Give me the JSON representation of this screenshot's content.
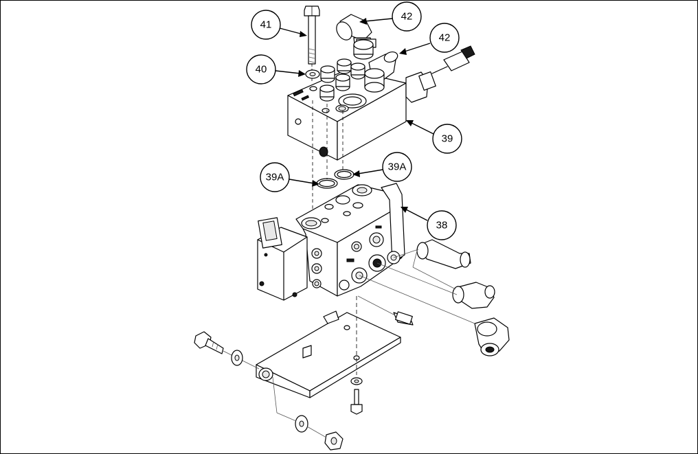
{
  "callouts": [
    {
      "id": "c41",
      "label": "41"
    },
    {
      "id": "c42a",
      "label": "42"
    },
    {
      "id": "c42b",
      "label": "42"
    },
    {
      "id": "c40",
      "label": "40"
    },
    {
      "id": "c39",
      "label": "39"
    },
    {
      "id": "c39a_left",
      "label": "39A"
    },
    {
      "id": "c39a_right",
      "label": "39A"
    },
    {
      "id": "c38",
      "label": "38"
    }
  ]
}
